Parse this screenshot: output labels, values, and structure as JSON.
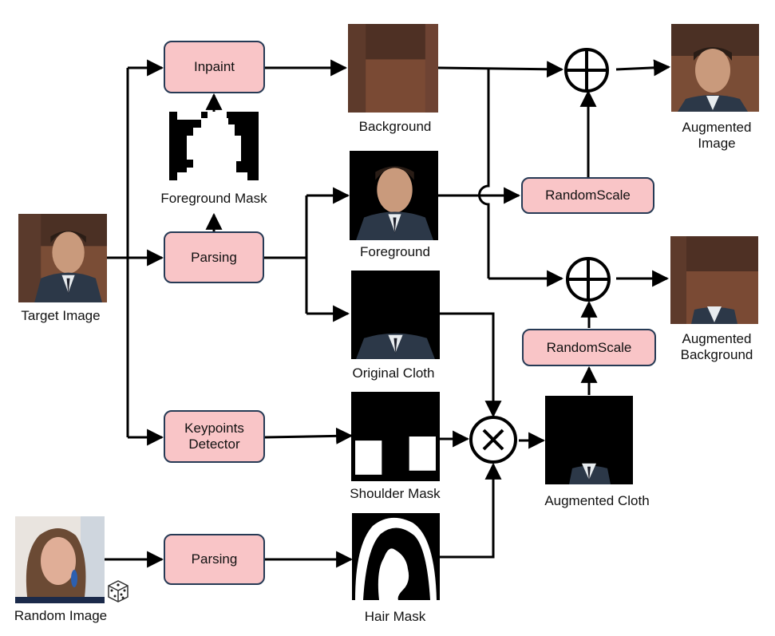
{
  "colors": {
    "box_fill": "#f9c5c7",
    "box_border": "#263a55",
    "line": "#000000"
  },
  "processes": {
    "inpaint": "Inpaint",
    "parsing_target": "Parsing",
    "keypoints": "Keypoints\nDetector",
    "parsing_random": "Parsing",
    "random_scale_image": "RandomScale",
    "random_scale_background": "RandomScale"
  },
  "labels": {
    "target_image": "Target Image",
    "random_image": "Random Image",
    "foreground_mask": "Foreground Mask",
    "background": "Background",
    "foreground": "Foreground",
    "original_cloth": "Original Cloth",
    "shoulder_mask": "Shoulder Mask",
    "hair_mask": "Hair Mask",
    "augmented_cloth": "Augmented Cloth",
    "augmented_image": "Augmented\nImage",
    "augmented_background": "Augmented\nBackground"
  },
  "operators": {
    "add": "plus-circle",
    "multiply": "times-circle"
  },
  "icons": [
    "dice-icon"
  ]
}
